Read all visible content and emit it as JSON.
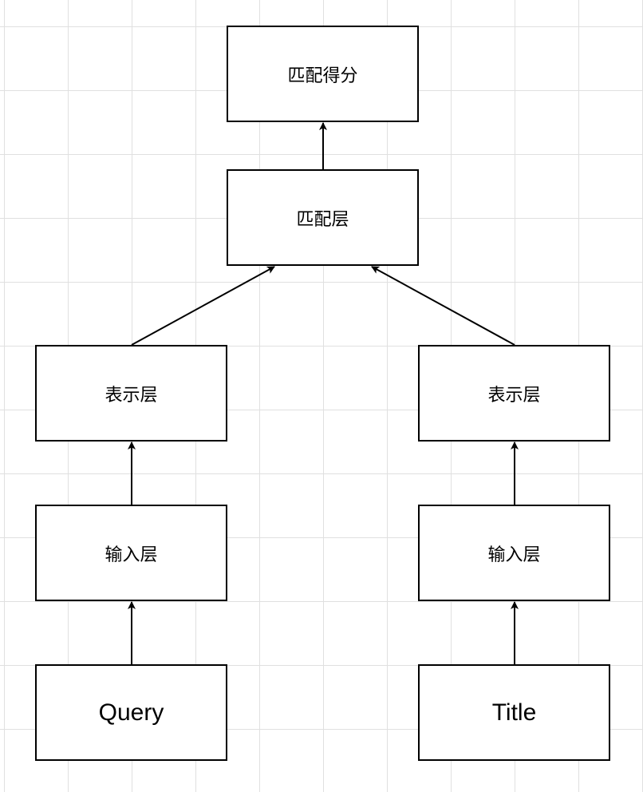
{
  "nodes": {
    "score": "匹配得分",
    "match_layer": "匹配层",
    "rep_left": "表示层",
    "rep_right": "表示层",
    "input_left": "输入层",
    "input_right": "输入层",
    "query": "Query",
    "title": "Title"
  },
  "edges": [
    {
      "from": "match_layer",
      "to": "score"
    },
    {
      "from": "rep_left",
      "to": "match_layer"
    },
    {
      "from": "rep_right",
      "to": "match_layer"
    },
    {
      "from": "input_left",
      "to": "rep_left"
    },
    {
      "from": "input_right",
      "to": "rep_right"
    },
    {
      "from": "query",
      "to": "input_left"
    },
    {
      "from": "title",
      "to": "input_right"
    }
  ]
}
